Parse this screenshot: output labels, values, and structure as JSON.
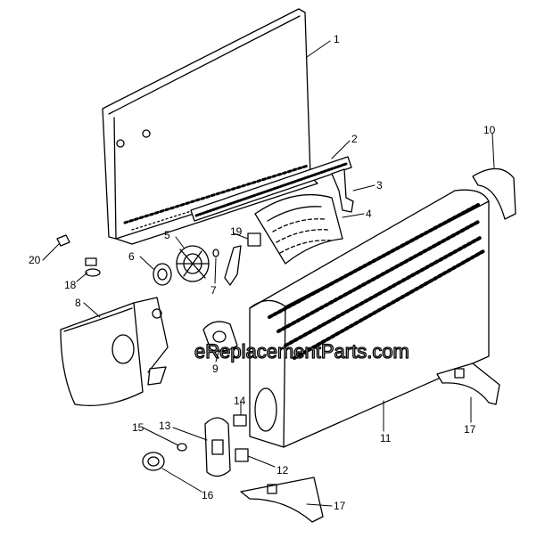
{
  "watermark": "eReplacementParts.com",
  "callouts": [
    "1",
    "2",
    "3",
    "4",
    "5",
    "6",
    "7",
    "8",
    "9",
    "10",
    "11",
    "12",
    "13",
    "14",
    "15",
    "16",
    "17",
    "17",
    "18",
    "19",
    "20"
  ]
}
